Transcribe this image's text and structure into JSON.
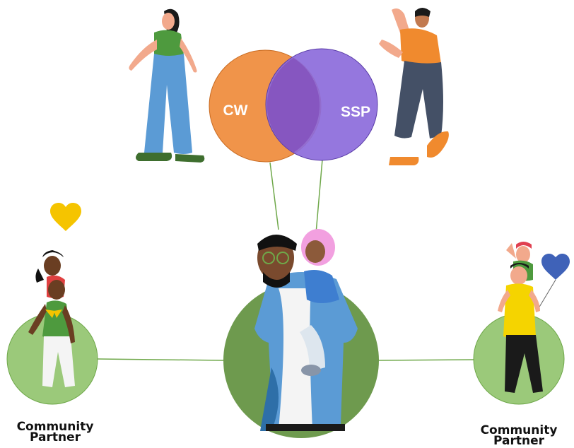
{
  "venn": {
    "left_label": "CW",
    "right_label": "SSP",
    "left_color": "#F0944A",
    "right_color": "#8C6BDB",
    "overlap_color": "#8656C0"
  },
  "partners": {
    "left": {
      "line1": "Community",
      "line2": "Partner"
    },
    "right": {
      "line1": "Community",
      "line2": "Partner"
    }
  },
  "colors": {
    "connector": "#6FA84A",
    "center_circle": "#6E9A4E",
    "side_circle": "#9BC97A",
    "heart_left": "#F5C400",
    "heart_right": "#3F62B8"
  }
}
